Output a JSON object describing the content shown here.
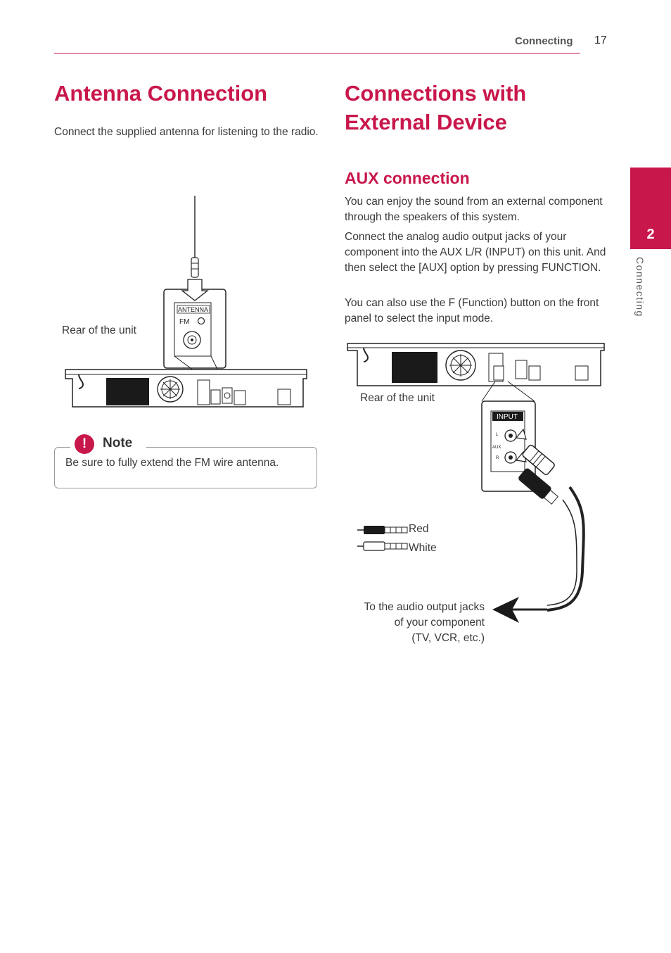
{
  "header": {
    "section": "Connecting",
    "page_number": "17"
  },
  "side_tab": {
    "number": "2",
    "label": "Connecting"
  },
  "antenna": {
    "title": "Antenna Connection",
    "body": "Connect the supplied antenna for listening to the radio.",
    "figure": {
      "rear_caption": "Rear of the unit",
      "antenna_label": "ANTENNA",
      "fm_label": "FM"
    }
  },
  "note": {
    "title": "Note",
    "text": "Be sure to fully extend the FM wire antenna."
  },
  "external": {
    "title_line1": "Connections with",
    "title_line2": "External Device",
    "aux": {
      "heading": "AUX connection",
      "paragraphs": [
        "You can enjoy the sound from an external component through the speakers of this system.",
        "Connect the analog audio output jacks of your component into the AUX L/R (INPUT) on this unit. And then select the [AUX] option by pressing FUNCTION.",
        "You can also use the F (Function) button on the front panel to select the input mode."
      ]
    },
    "figure": {
      "rear_caption": "Rear of the unit",
      "input_label": "INPUT",
      "jack_labels": {
        "l": "L",
        "aux": "AUX",
        "r": "R"
      },
      "legend": {
        "red": "Red",
        "white": "White"
      },
      "destination_lines": [
        "To the audio output jacks",
        "of your component",
        "(TV, VCR, etc.)"
      ]
    }
  }
}
